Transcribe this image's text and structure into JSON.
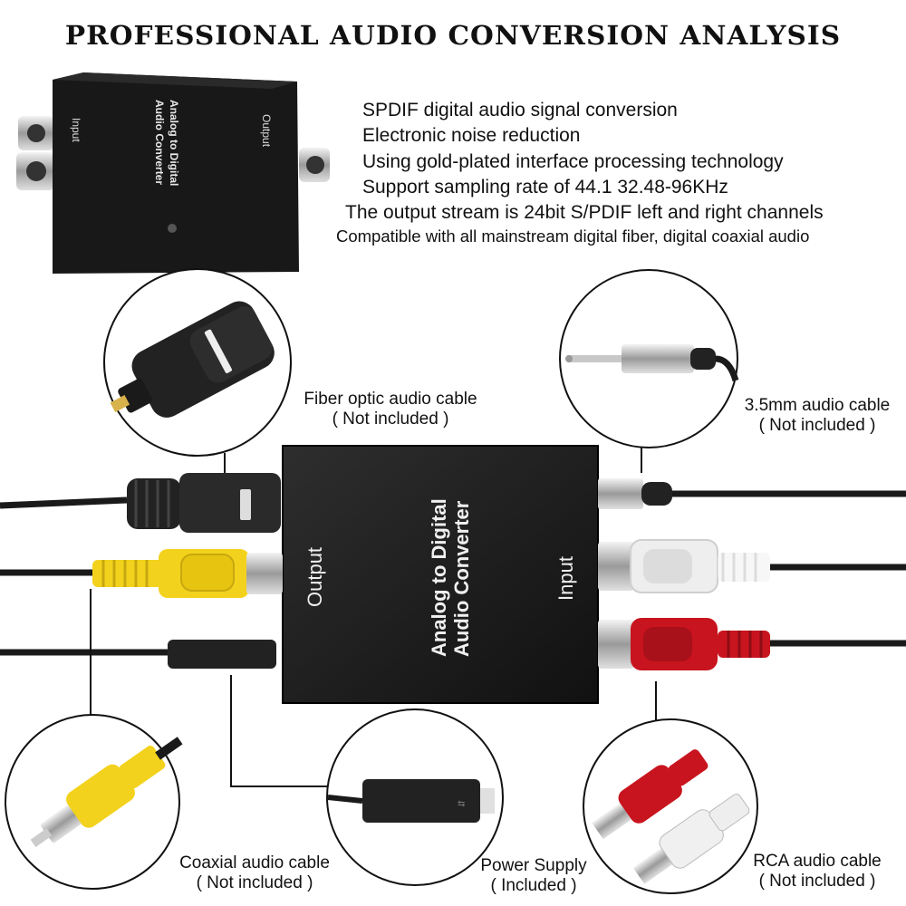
{
  "title": "PROFESSIONAL AUDIO CONVERSION ANALYSIS",
  "features": [
    "SPDIF digital audio signal conversion",
    "Electronic noise reduction",
    "Using gold-plated interface processing technology",
    "Support sampling rate of 44.1 32.48-96KHz",
    "The output stream is 24bit S/PDIF left and right channels",
    "Compatible with all mainstream digital fiber, digital coaxial audio"
  ],
  "device": {
    "name_line1": "Analog to Digital",
    "name_line2": "Audio Converter",
    "output_label": "Output",
    "input_label": "Input"
  },
  "callouts": {
    "fiber": {
      "name": "Fiber optic audio cable",
      "note": "( Not included )"
    },
    "aux": {
      "name": "3.5mm audio cable",
      "note": "( Not included )"
    },
    "coaxial": {
      "name": "Coaxial audio cable",
      "note": "( Not included )"
    },
    "power": {
      "name": "Power Supply",
      "note": "( Included )"
    },
    "rca": {
      "name": "RCA audio cable",
      "note": "( Not included )"
    }
  },
  "colors": {
    "device_body": "#1c1c1c",
    "rca_yellow": "#f2d21c",
    "rca_red": "#c8141e",
    "rca_white": "#eeeeee",
    "cable": "#1a1a1a"
  }
}
